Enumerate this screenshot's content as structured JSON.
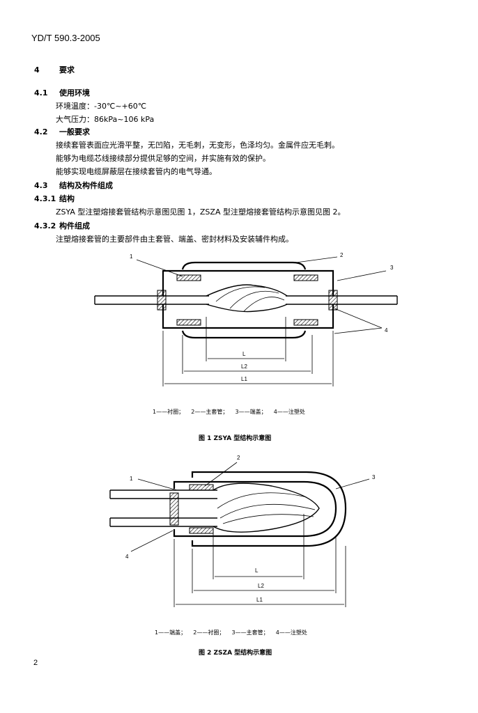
{
  "header": {
    "standard": "YD/T 590.3-2005"
  },
  "sections": [
    {
      "num": "4",
      "title": "要求"
    },
    {
      "num": "4.1",
      "title": "使用环境"
    },
    {
      "num": "4.2",
      "title": "一般要求"
    },
    {
      "num": "4.3",
      "title": "结构及构件组成"
    },
    {
      "num": "4.3.1",
      "title": "结构"
    },
    {
      "num": "4.3.2",
      "title": "构件组成"
    }
  ],
  "env": {
    "temperature": "环境温度：-30℃~+60℃",
    "pressure": "大气压力：86kPa~106 kPa"
  },
  "general": [
    "接续套管表面应光滑平整，无凹陷，无毛刺，无变形，色泽均匀。金属件应无毛刺。",
    "能够为电缆芯线接续部分提供足够的空间，并实施有效的保护。",
    "能够实现电缆屏蔽层在接续套管内的电气导通。"
  ],
  "structure_text": "ZSYA 型注塑熔接套管结构示意图见图 1，ZSZA 型注塑熔接套管结构示意图见图 2。",
  "component_text": "注塑熔接套管的主要部件由主套管、端盖、密封材料及安装辅件构成。",
  "figure1": {
    "callouts": [
      "1",
      "2",
      "3",
      "4"
    ],
    "dims": [
      "L",
      "L2",
      "L1"
    ],
    "legend": [
      "1——衬圈；",
      "2——主套管；",
      "3——端盖；",
      "4——注塑处"
    ],
    "caption": "图 1  ZSYA 型结构示意图"
  },
  "figure2": {
    "callouts": [
      "1",
      "2",
      "3",
      "4"
    ],
    "dims": [
      "L",
      "L2",
      "L1"
    ],
    "legend": [
      "1——端盖；",
      "2——衬圈；",
      "3——主套管；",
      "4——注塑处"
    ],
    "caption": "图 2  ZSZA 型结构示意图"
  },
  "page_number": "2"
}
